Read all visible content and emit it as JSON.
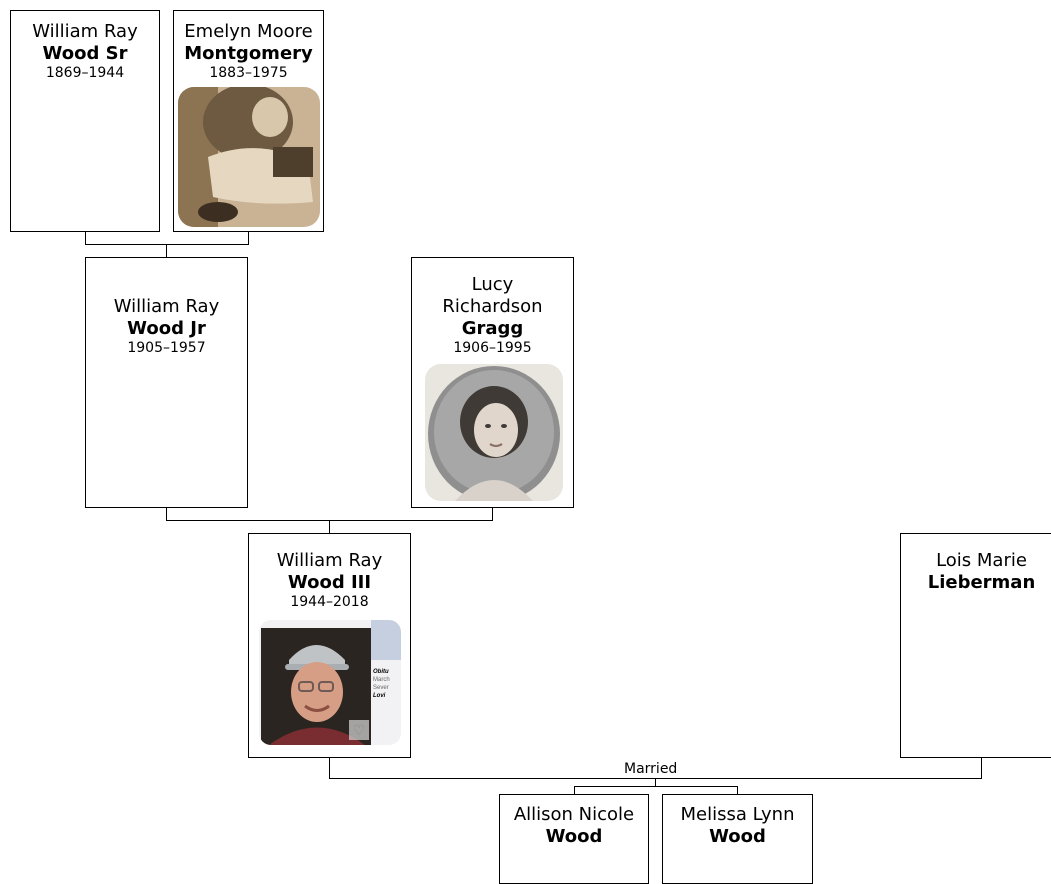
{
  "people": {
    "william_sr": {
      "given": "William Ray",
      "surname": "Wood Sr",
      "dates": "1869–1944"
    },
    "emelyn": {
      "given": "Emelyn Moore",
      "surname": "Montgomery",
      "dates": "1883–1975"
    },
    "william_jr": {
      "given": "William Ray",
      "surname": "Wood Jr",
      "dates": "1905–1957"
    },
    "lucy": {
      "given": "Lucy\nRichardson",
      "surname": "Gragg",
      "dates": "1906–1995"
    },
    "william_iii": {
      "given": "William Ray",
      "surname": "Wood III",
      "dates": "1944–2018"
    },
    "lois": {
      "given": "Lois Marie",
      "surname": "Lieberman",
      "dates": ""
    },
    "allison": {
      "given": "Allison Nicole",
      "surname": "Wood",
      "dates": ""
    },
    "melissa": {
      "given": "Melissa Lynn",
      "surname": "Wood",
      "dates": ""
    }
  },
  "relationships": {
    "married_label": "Married"
  },
  "photo_overlay": {
    "line1": "Obitu",
    "line2": "March",
    "line3": "Sever",
    "line4": "Lovi"
  },
  "colors": {
    "line": "#000000",
    "sepia": "#b59a74",
    "photo_bg": "#e8e2da"
  }
}
